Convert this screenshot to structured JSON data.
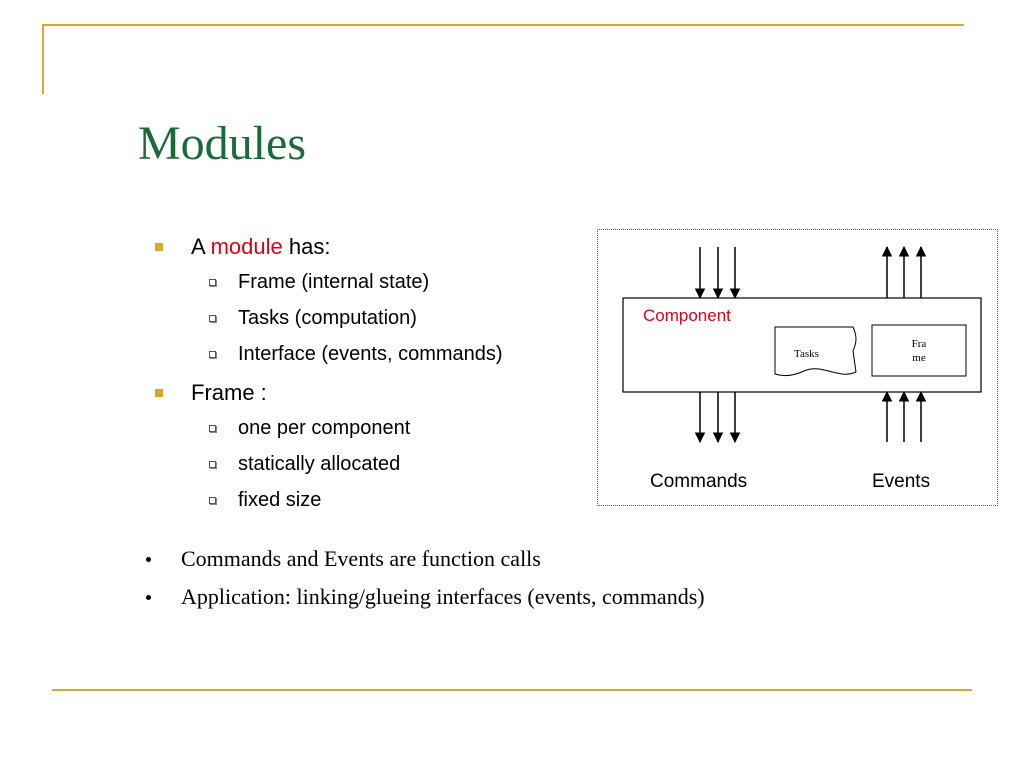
{
  "slide": {
    "title": "Modules",
    "accent_color": "#d9a92c",
    "title_color": "#1b6b3a",
    "highlight_color": "#e0001a"
  },
  "bullets": [
    {
      "prefix": "A ",
      "highlight": "module",
      "suffix": " has:",
      "sub": [
        "Frame (internal state)",
        "Tasks (computation)",
        "Interface (events, commands)"
      ]
    },
    {
      "text": "Frame :",
      "sub": [
        "one per component",
        "statically allocated",
        "fixed size"
      ]
    }
  ],
  "bottom_bullets": [
    "Commands and Events are function calls",
    "Application: linking/glueing interfaces (events, commands)"
  ],
  "diagram": {
    "component_label": "Component",
    "tasks_label": "Tasks",
    "frame_label_line1": "Fra",
    "frame_label_line2": "me",
    "commands_label": "Commands",
    "events_label": "Events"
  }
}
